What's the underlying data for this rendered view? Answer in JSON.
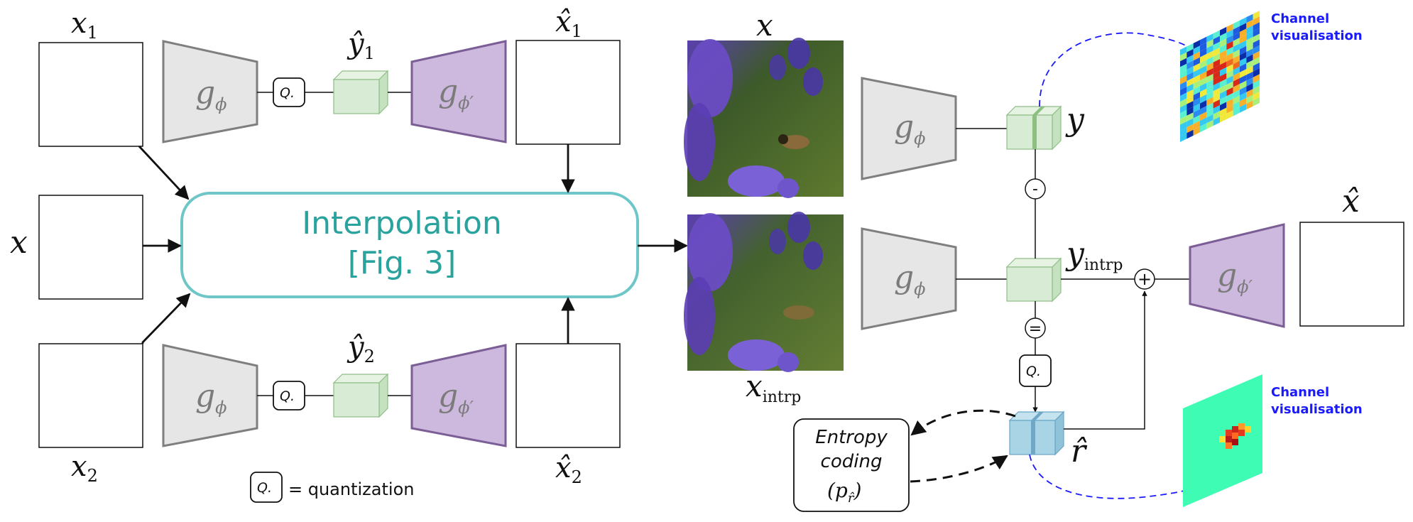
{
  "labels": {
    "x1": "x",
    "x1_sub": "1",
    "x2": "x",
    "x2_sub": "2",
    "x_left": "x",
    "y1hat": "ŷ",
    "y1hat_sub": "1",
    "y2hat": "ŷ",
    "y2hat_sub": "2",
    "x1hat": "x̂",
    "x1hat_sub": "1",
    "x2hat": "x̂",
    "x2hat_sub": "2",
    "x_top": "x",
    "x_intrp": "x",
    "x_intrp_sub": "intrp",
    "y": "y",
    "y_intrp": "y",
    "y_intrp_sub": "intrp",
    "x_hat_right": "x̂",
    "r_hat": "r̂"
  },
  "encoder": {
    "g": "g",
    "sub": "ϕ"
  },
  "decoder": {
    "g": "g",
    "sub": "ϕ′"
  },
  "quant": {
    "box": "Q.",
    "legend": "= quantization"
  },
  "interpolation": {
    "line1": "Interpolation",
    "line2": "[Fig. 3]"
  },
  "ops": {
    "minus": "-",
    "equal": "=",
    "plus": "+"
  },
  "entropy": {
    "line1": "Entropy",
    "line2": "coding",
    "line3": "(p",
    "line3_sub": "r̂",
    "line3_close": ")"
  },
  "channel_vis": {
    "line1": "Channel",
    "line2": "visualisation"
  },
  "colors": {
    "enc_fill": "#e6e6e6",
    "enc_stroke": "#7f7f7f",
    "dec_fill": "#cdb8de",
    "dec_stroke": "#7a5e95",
    "latent_green": "#d8ebd4",
    "latent_green_stroke": "#8fbf87",
    "latent_blue": "#a9d4e6",
    "latent_blue_stroke": "#6aa6c4",
    "interp_stroke": "#6ec6c8",
    "interp_text": "#2aa39e",
    "dash_blue": "#1a1aff"
  }
}
